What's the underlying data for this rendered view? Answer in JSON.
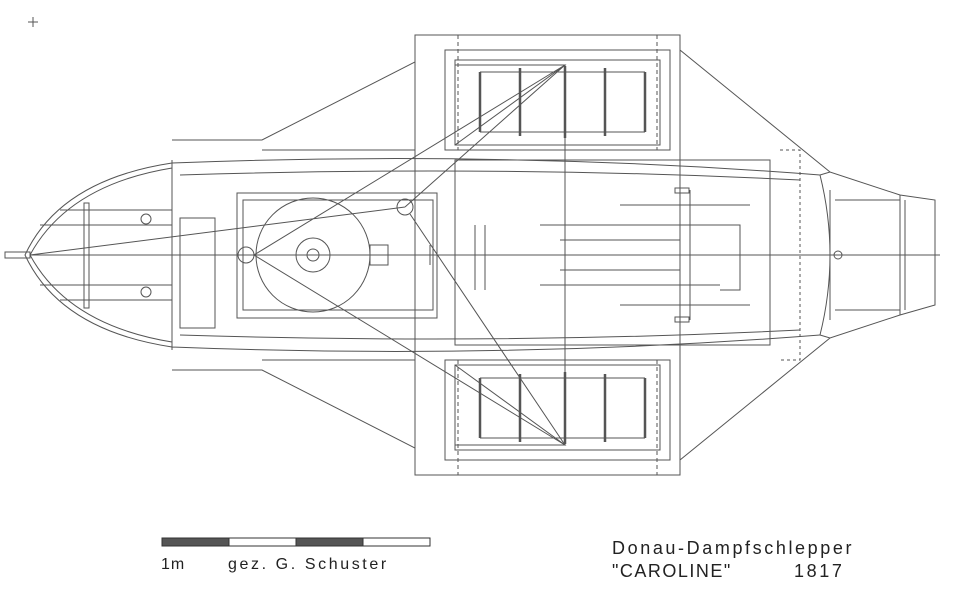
{
  "title": {
    "line1": "Donau-Dampfschlepper",
    "line2_name": "\"CAROLINE\"",
    "year": "1817"
  },
  "scale": {
    "label": "1m",
    "author": "gez. G. Schuster",
    "segments": 4
  },
  "colors": {
    "ink": "#444444",
    "scale_dark": "#555555"
  }
}
